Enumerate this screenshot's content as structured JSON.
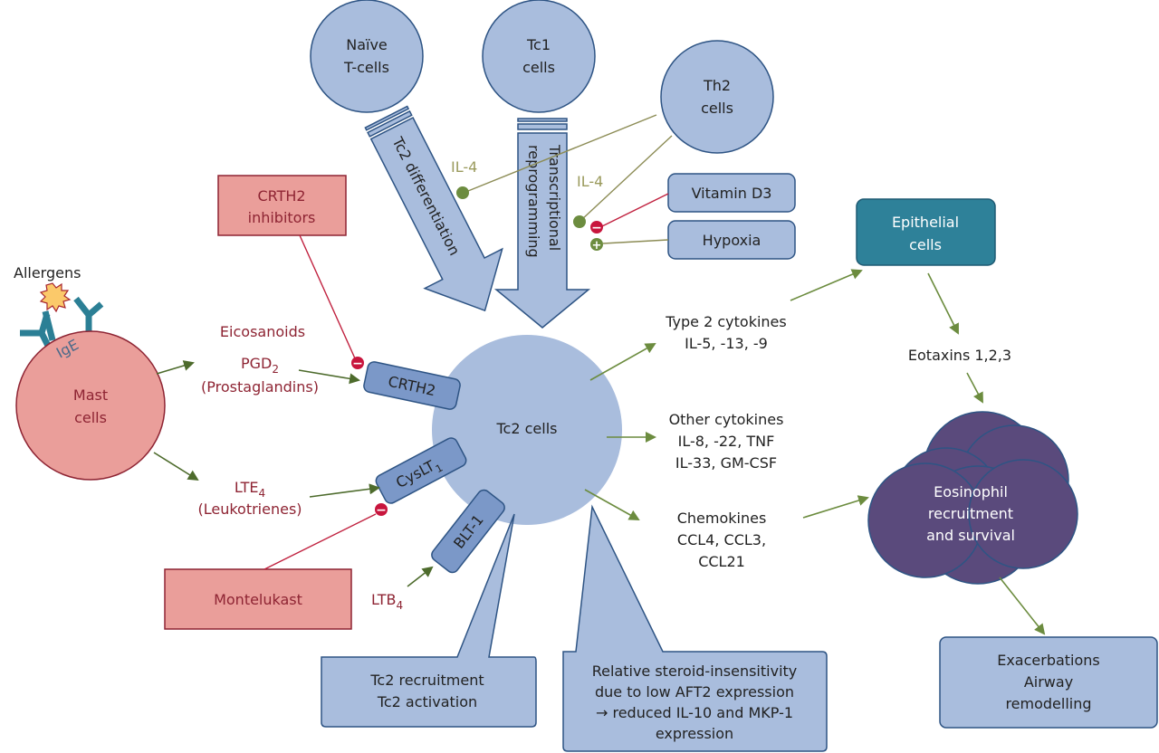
{
  "title": "Tc2 cells in asthma pathway diagram",
  "colors": {
    "cell_blue": "#a9bddd",
    "outline_blue": "#2e5484",
    "mast_red": "#ea9e9a",
    "text_red": "#8e2433",
    "inhibit_red": "#c8153d",
    "activate_green": "#6c8c3f",
    "il4_olive": "#9a9a5c",
    "epithelial_teal": "#2e8199",
    "eosinophil_purple": "#5a4a7c",
    "ige_teal": "#2b7f95",
    "allergen_yellow": "#fbc96a"
  },
  "nodes": {
    "naive_t_cells": [
      "Naïve",
      "T-cells"
    ],
    "tc1_cells": [
      "Tc1",
      "cells"
    ],
    "th2_cells": [
      "Th2",
      "cells"
    ],
    "tc2_cells": "Tc2 cells",
    "mast_cells": [
      "Mast",
      "cells"
    ],
    "epithelial_cells": [
      "Epithelial",
      "cells"
    ],
    "eosinophil": [
      "Eosinophil",
      "recruitment",
      "and survival"
    ]
  },
  "arrows": {
    "tc2_differentiation": "Tc2 differentiation",
    "transcriptional_reprogramming": [
      "Transcriptional",
      "reprogramming"
    ]
  },
  "labels": {
    "allergens": "Allergens",
    "ige": "IgE",
    "il4_left": "IL-4",
    "il4_right": "IL-4",
    "eicosanoids": "Eicosanoids",
    "pgd2": "PGD",
    "pgd2_sub": "2",
    "prostaglandins": "(Prostaglandins)",
    "lte4": "LTE",
    "lte4_sub": "4",
    "leukotrienes": "(Leukotrienes)",
    "ltb4": "LTB",
    "ltb4_sub": "4",
    "eotaxins": "Eotaxins 1,2,3"
  },
  "receptors": {
    "crth2": "CRTH2",
    "cyslt1": "CysLT",
    "cyslt1_sub": "1",
    "blt1": "BLT-1"
  },
  "drugs": {
    "crth2_inhibitors": [
      "CRTH2",
      "inhibitors"
    ],
    "montelukast": "Montelukast"
  },
  "modulators": {
    "vitamin_d3": "Vitamin D3",
    "hypoxia": "Hypoxia"
  },
  "outputs": {
    "type2_cytokines": [
      "Type 2 cytokines",
      "IL-5, -13, -9"
    ],
    "other_cytokines": [
      "Other cytokines",
      "IL-8, -22, TNF",
      "IL-33, GM-CSF"
    ],
    "chemokines": [
      "Chemokines",
      "CCL4, CCL3,",
      "CCL21"
    ]
  },
  "callouts": {
    "tc2_recruitment": [
      "Tc2 recruitment",
      "Tc2 activation"
    ],
    "steroid_insensitivity": [
      "Relative steroid-insensitivity",
      "due to low AFT2 expression",
      "→ reduced IL-10 and MKP-1",
      "expression"
    ],
    "exacerbations": [
      "Exacerbations",
      "Airway",
      "remodelling"
    ]
  },
  "symbols": {
    "inhibit": "−",
    "activate": "+"
  }
}
